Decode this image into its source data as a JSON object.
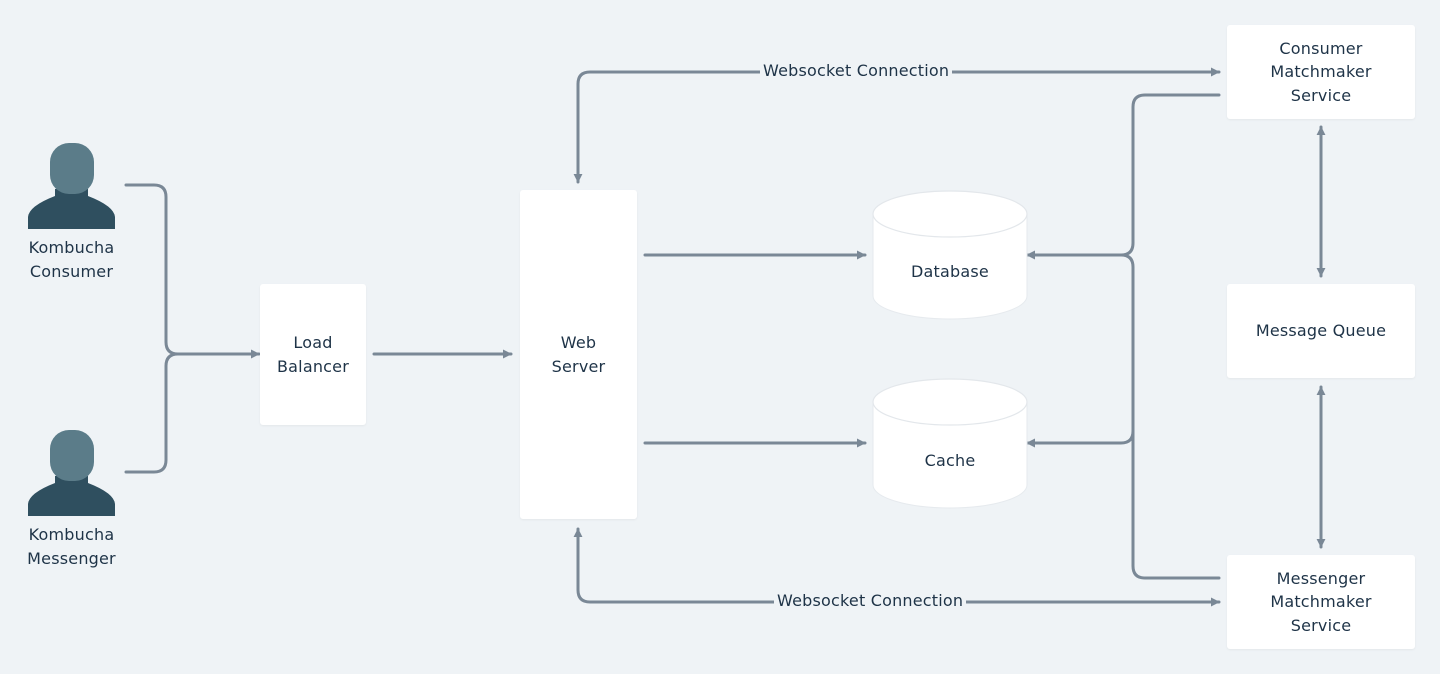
{
  "actors": {
    "consumer": "Kombucha\nConsumer",
    "messenger": "Kombucha\nMessenger"
  },
  "nodes": {
    "load_balancer": "Load\nBalancer",
    "web_server": "Web\nServer",
    "database": "Database",
    "cache": "Cache",
    "consumer_matchmaker": "Consumer\nMatchmaker\nService",
    "message_queue": "Message Queue",
    "messenger_matchmaker": "Messenger\nMatchmaker\nService"
  },
  "edges": {
    "top_websocket": "Websocket Connection",
    "bottom_websocket": "Websocket Connection"
  },
  "colors": {
    "background": "#eff3f6",
    "node_fill": "#ffffff",
    "connector": "#7a8896",
    "actor_head": "#5b7c89",
    "actor_body": "#2f4f5f",
    "text": "#1e3347"
  },
  "icons": {
    "actor": "person-icon"
  }
}
